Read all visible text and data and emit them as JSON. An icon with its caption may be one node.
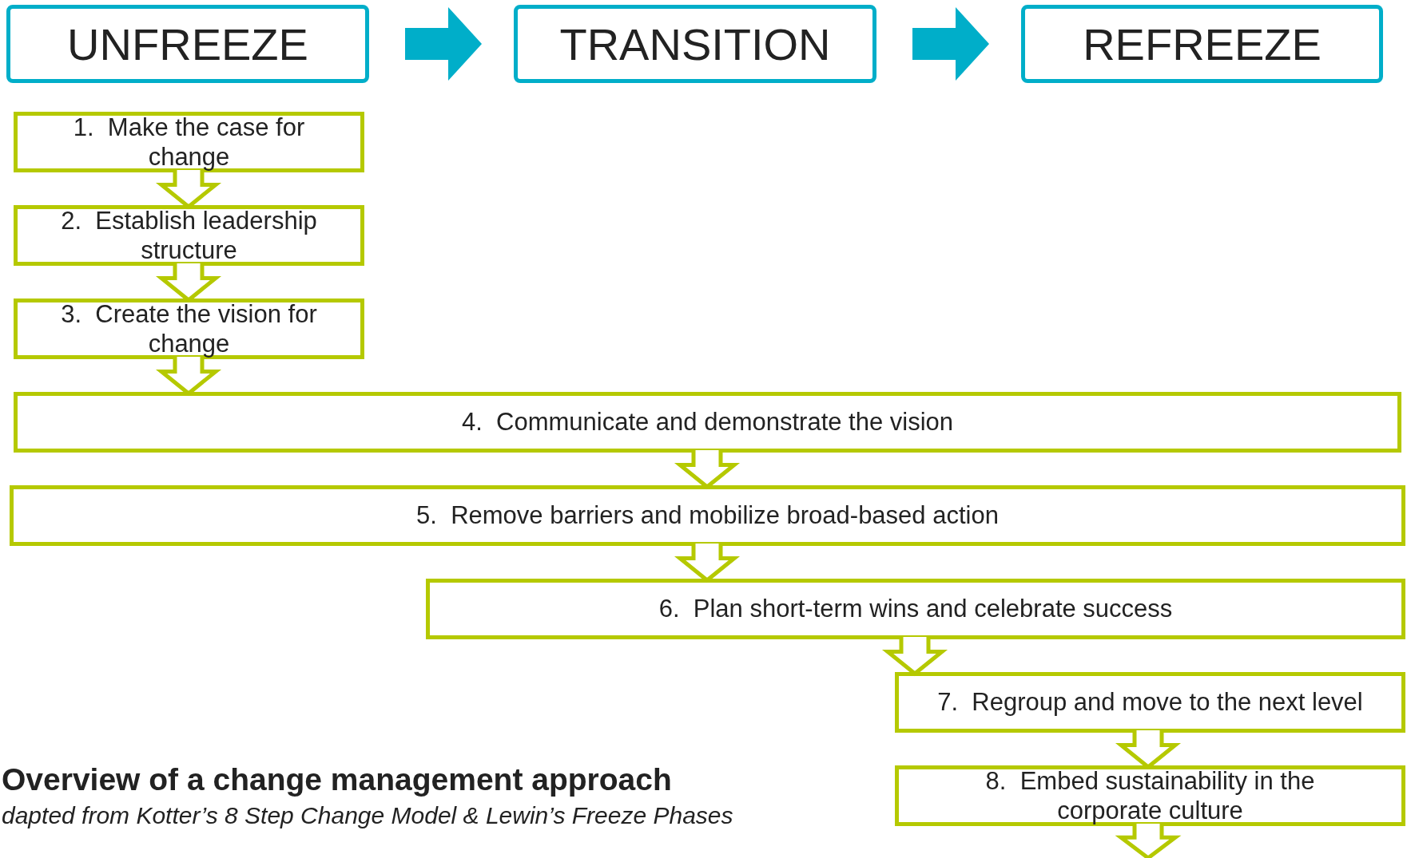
{
  "diagram": {
    "title": "Overview of a change management approach",
    "caption": "dapted from Kotter’s 8 Step Change Model & Lewin’s Freeze Phases",
    "nodes": [
      {
        "text": [
          "UNFREEZE"
        ]
      },
      {
        "text": [
          "TRANSITION"
        ]
      },
      {
        "text": [
          "REFREEZE"
        ]
      },
      {
        "text": [
          "1.  Make the case for change"
        ]
      },
      {
        "text": [
          "2.  Establish leadership structure"
        ]
      },
      {
        "text": [
          "3.  Create the vision for change"
        ]
      },
      {
        "text": [
          "4.  Communicate and demonstrate the vision"
        ]
      },
      {
        "text": [
          "5.  Remove barriers and mobilize broad-based action"
        ]
      },
      {
        "text": [
          "6.  Plan short-term wins and celebrate success"
        ]
      },
      {
        "text": [
          "7.  Regroup and move to the next level"
        ]
      },
      {
        "text": [
          "8.  Embed sustainability in the corporate culture"
        ]
      }
    ],
    "edges": [
      {
        "from": 0,
        "to": 1,
        "arrow": "to",
        "color": "#00aec9",
        "style": "thick"
      },
      {
        "from": 1,
        "to": 2,
        "arrow": "to",
        "color": "#00aec9",
        "style": "thick"
      },
      {
        "from": 3,
        "to": 4,
        "arrow": "to"
      },
      {
        "from": 4,
        "to": 5,
        "arrow": "to"
      },
      {
        "from": 5,
        "to": 6,
        "arrow": "to"
      },
      {
        "from": 6,
        "to": 7,
        "arrow": "to"
      },
      {
        "from": 7,
        "to": 8,
        "arrow": "to"
      },
      {
        "from": 8,
        "to": 9,
        "arrow": "to"
      },
      {
        "from": 9,
        "to": 10,
        "arrow": "to"
      },
      {
        "from": 10,
        "to": null,
        "arrow": "to"
      }
    ]
  }
}
